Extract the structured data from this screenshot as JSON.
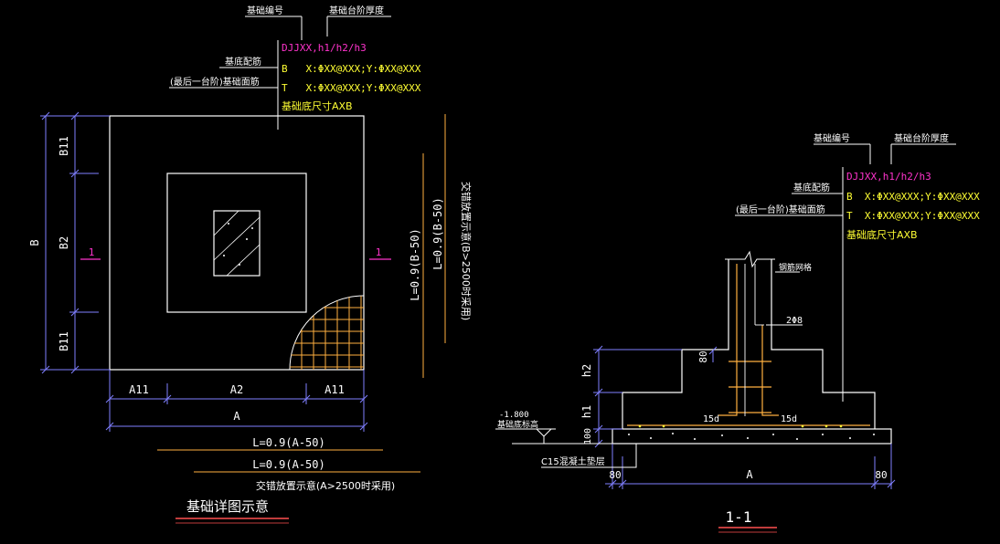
{
  "colors": {
    "background": "#000000",
    "outline": "#ffffff",
    "dimension": "#7f7fff",
    "leader": "#ffffff",
    "magenta": "#ff33cc",
    "yellow": "#ffff33",
    "orange": "#ffb040",
    "hatch_rebar": "#ffb040",
    "concrete": "#ffffff"
  },
  "plan": {
    "label_code": "基础编号",
    "label_thickness": "基础台阶厚度",
    "label_bottom_rebar": "基底配筋",
    "label_top_rebar": "(最后一台阶)基础面筋",
    "code_line": "DJJXX,h1/h2/h3",
    "bottom_line": "B   X:ΦXX@XXX;Y:ΦXX@XXX",
    "top_line": "T   X:ΦXX@XXX;Y:ΦXX@XXX",
    "size_line": "基础底尺寸AXB",
    "dim_B": "B",
    "dim_B11_top": "B11",
    "dim_B2": "B2",
    "dim_B11_bottom": "B11",
    "dim_A11_left": "A11",
    "dim_A2": "A2",
    "dim_A11_right": "A11",
    "dim_A": "A",
    "section_mark_left": "1",
    "section_mark_right": "1",
    "l_formula_a1": "L=0.9(A-50)",
    "l_formula_a2": "L=0.9(A-50)",
    "stagger_note_a": "交错放置示意(A>2500时采用)",
    "l_formula_b1": "L=0.9(B-50)",
    "l_formula_b2": "L=0.9(B-50)",
    "stagger_note_b": "交错放置示意(B>2500时采用)",
    "title": "基础详图示意"
  },
  "section": {
    "label_code": "基础编号",
    "label_thickness": "基础台阶厚度",
    "label_bottom_rebar": "基底配筋",
    "label_top_rebar": "(最后一台阶)基础面筋",
    "code_line": "DJJXX,h1/h2/h3",
    "bottom_line": "B  X:ΦXX@XXX;Y:ΦXX@XXX",
    "top_line": "T  X:ΦXX@XXX;Y:ΦXX@XXX",
    "size_line": "基础底尺寸AXB",
    "column_rebar_label": "钢筋网格",
    "stirrup_label": "2Φ8",
    "dim_80_vertical": "80",
    "anchor_left": "15d",
    "anchor_right": "15d",
    "dim_h2": "h2",
    "dim_h1": "h1",
    "dim_100": "100",
    "elevation": "-1.800",
    "elevation_label": "基础底标高",
    "cushion_label": "C15混凝土垫层",
    "dim_80_left": "80",
    "dim_A": "A",
    "dim_80_right": "80",
    "title": "1-1"
  }
}
